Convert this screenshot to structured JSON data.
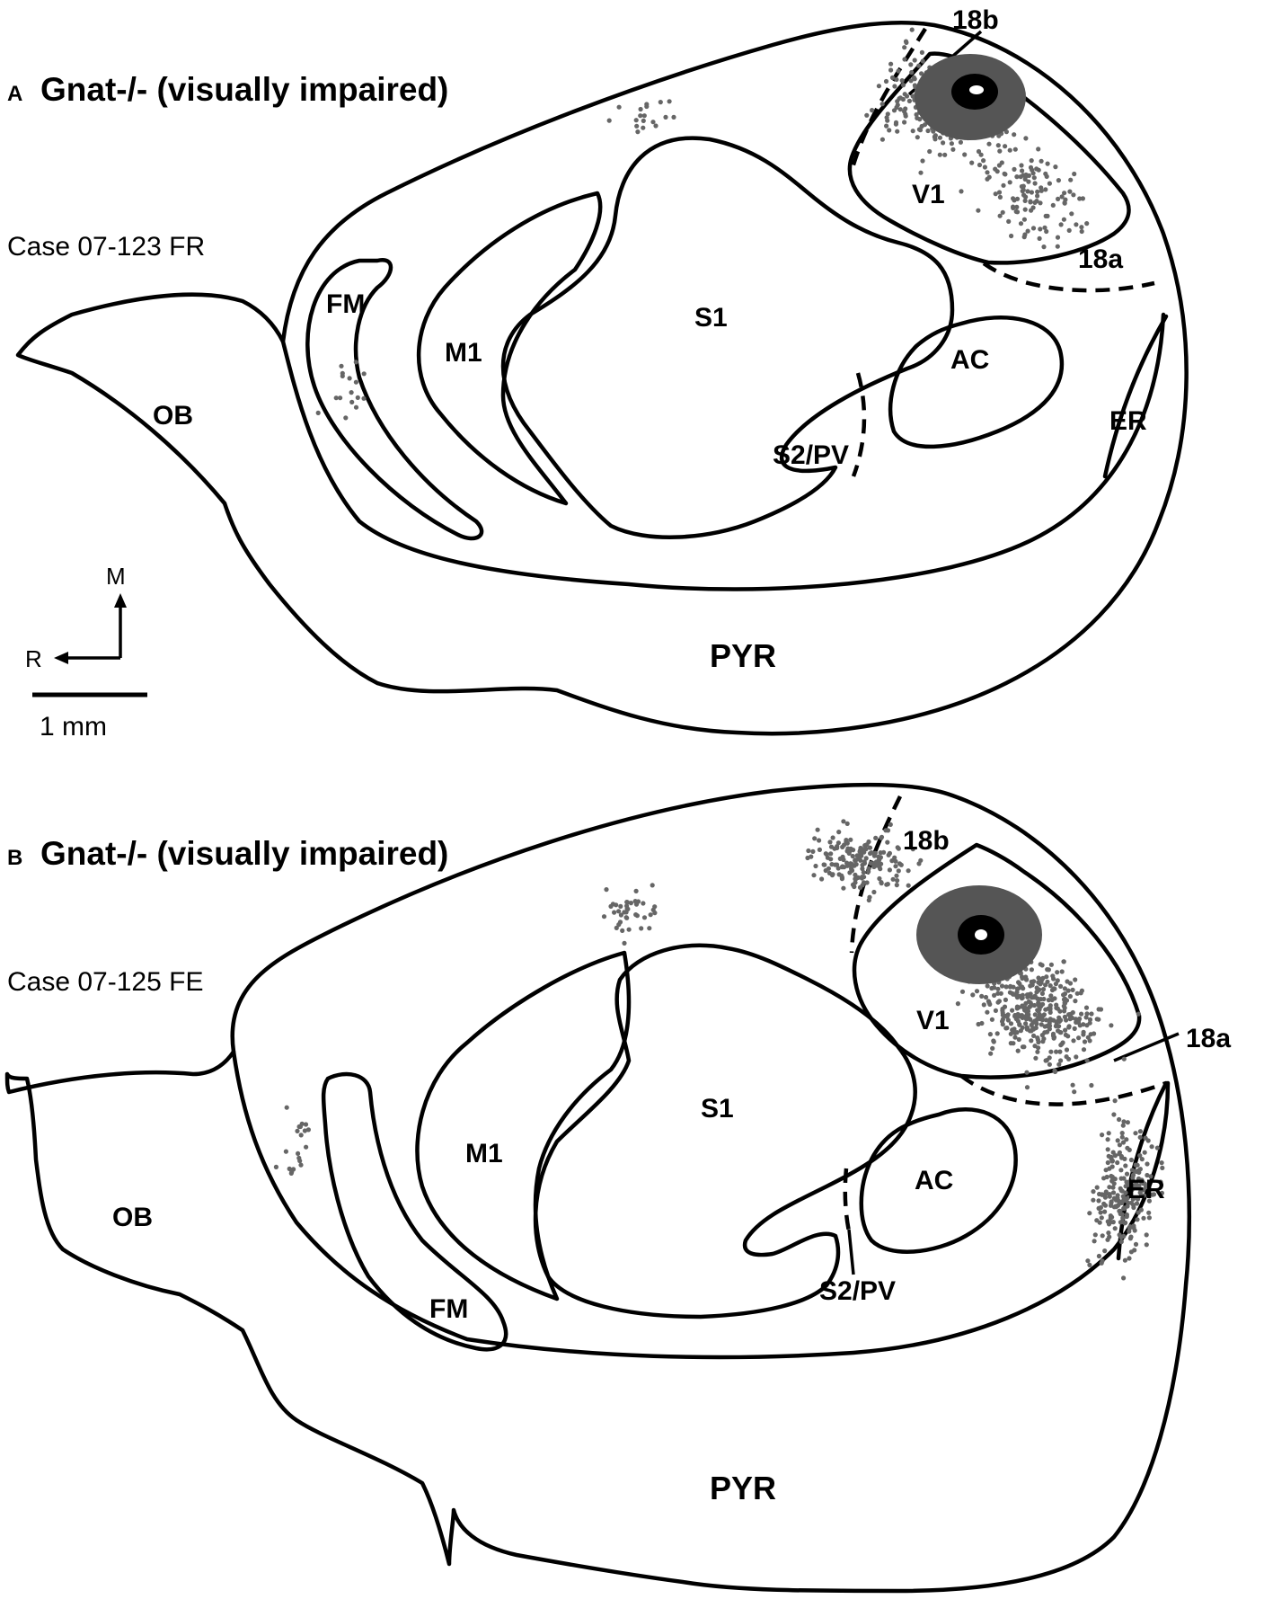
{
  "panels": [
    {
      "letter": "A",
      "title": "Gnat-/-  (visually impaired)",
      "case": "Case 07-123 FR",
      "labels": {
        "ob": "OB",
        "fm": "FM",
        "m1": "M1",
        "s1": "S1",
        "s2pv": "S2/PV",
        "ac": "AC",
        "v1": "V1",
        "a18a": "18a",
        "a18b": "18b",
        "er": "ER",
        "pyr": "PYR"
      }
    },
    {
      "letter": "B",
      "title": "Gnat-/-  (visually impaired)",
      "case": "Case 07-125 FE",
      "labels": {
        "ob": "OB",
        "fm": "FM",
        "m1": "M1",
        "s1": "S1",
        "s2pv": "S2/PV",
        "ac": "AC",
        "v1": "V1",
        "a18a": "18a",
        "a18b": "18b",
        "er": "ER",
        "pyr": "PYR"
      }
    }
  ],
  "orientation": {
    "medial": "M",
    "rostral": "R"
  },
  "scale_bar": {
    "label": "1 mm"
  },
  "colors": {
    "line": "#000000",
    "labeled_cells": "#666666",
    "injection_core": "#000000",
    "injection_halo": "#555555"
  }
}
